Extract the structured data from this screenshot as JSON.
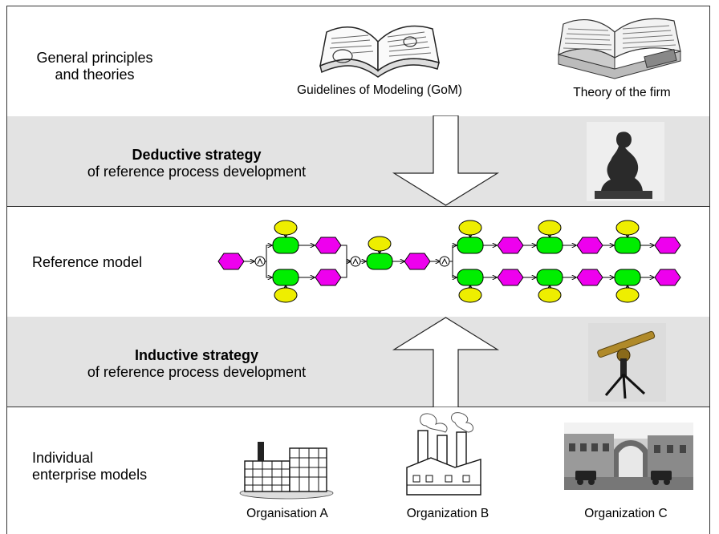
{
  "layers": {
    "top": {
      "label_line1": "General principles",
      "label_line2": "and theories",
      "items": [
        {
          "caption": "Guidelines of Modeling (GoM)",
          "icon": "open-book-icon"
        },
        {
          "caption": "Theory of the firm",
          "icon": "thick-book-icon"
        }
      ]
    },
    "deductive": {
      "title": "Deductive strategy",
      "subtitle": "of reference process development",
      "arrow": "down",
      "icon": "thinker-statue-icon"
    },
    "reference": {
      "label": "Reference model",
      "shape_colors": {
        "function": "#00ee00",
        "event": "#ee00ee",
        "org_unit": "#eeee00"
      }
    },
    "inductive": {
      "title": "Inductive strategy",
      "subtitle": "of reference process development",
      "arrow": "up",
      "icon": "surveying-instrument-icon"
    },
    "bottom": {
      "label_line1": "Individual",
      "label_line2": "enterprise models",
      "items": [
        {
          "caption": "Organisation A",
          "icon": "factory-building-icon"
        },
        {
          "caption": "Organization B",
          "icon": "smokestack-factory-icon"
        },
        {
          "caption": "Organization C",
          "icon": "factory-photo-icon"
        }
      ]
    }
  }
}
